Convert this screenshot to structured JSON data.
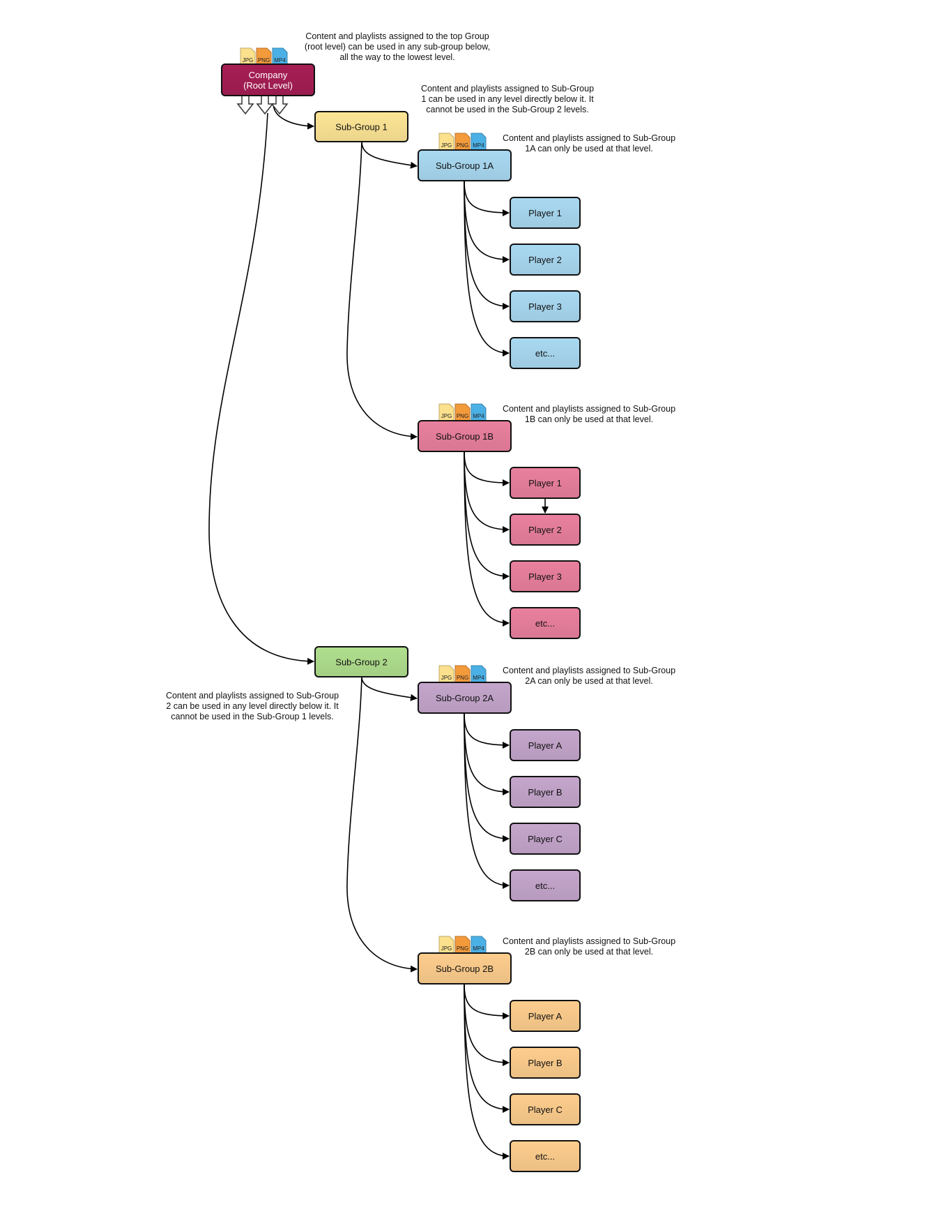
{
  "root": {
    "label_lines": [
      "Company",
      "(Root Level)"
    ],
    "fill": "#a61e54",
    "note": [
      "Content and playlists assigned to the top Group",
      "(root level) can be used in any sub-group below,",
      "all the way to the lowest level."
    ]
  },
  "file_icons": [
    {
      "label": "JPG",
      "color": "#fbe08d"
    },
    {
      "label": "PNG",
      "color": "#f39a3b"
    },
    {
      "label": "MP4",
      "color": "#4bb0e5"
    }
  ],
  "groups": [
    {
      "label": "Sub-Group 1",
      "fill": "#fde595",
      "note": [
        "Content and playlists assigned to Sub-Group",
        "1 can be used in any level directly below it.  It",
        "cannot be used in the Sub-Group 2 levels."
      ],
      "subgroups": [
        {
          "label": "Sub-Group 1A",
          "fill": "#a9d9f2",
          "note": [
            "Content and playlists assigned to Sub-Group",
            "1A can only be used at that level."
          ],
          "players": [
            "Player 1",
            "Player 2",
            "Player 3",
            "etc..."
          ]
        },
        {
          "label": "Sub-Group 1B",
          "fill": "#e9809e",
          "note": [
            "Content and playlists assigned to Sub-Group",
            "1B can only be used at that level."
          ],
          "players": [
            "Player 1",
            "Player 2",
            "Player 3",
            "etc..."
          ]
        }
      ]
    },
    {
      "label": "Sub-Group 2",
      "fill": "#b0df8e",
      "note": [
        "Content and playlists assigned to Sub-Group",
        "2 can be used in any level directly below it.  It",
        "cannot be used in the Sub-Group 1 levels."
      ],
      "subgroups": [
        {
          "label": "Sub-Group 2A",
          "fill": "#c5a6cc",
          "note": [
            "Content and playlists assigned to Sub-Group",
            "2A can only be used at that level."
          ],
          "players": [
            "Player A",
            "Player B",
            "Player C",
            "etc..."
          ]
        },
        {
          "label": "Sub-Group 2B",
          "fill": "#fdcd8d",
          "note": [
            "Content and playlists assigned to Sub-Group",
            "2B can only be used at that level."
          ],
          "players": [
            "Player A",
            "Player B",
            "Player C",
            "etc..."
          ]
        }
      ]
    }
  ]
}
